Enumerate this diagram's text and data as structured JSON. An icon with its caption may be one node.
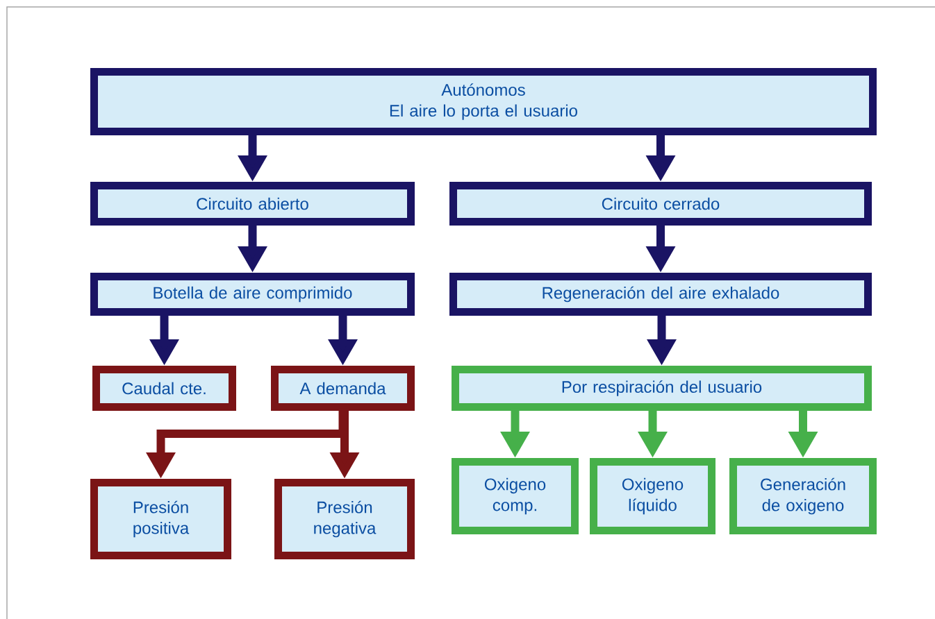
{
  "diagram": {
    "nodes": [
      {
        "text": [
          "Autónomos",
          "El aire lo porta el usuario"
        ]
      },
      {
        "text": [
          "Circuito abierto"
        ]
      },
      {
        "text": [
          "Circuito cerrado"
        ]
      },
      {
        "text": [
          "Botella de aire comprimido"
        ]
      },
      {
        "text": [
          "Regeneración del aire exhalado"
        ]
      },
      {
        "text": [
          "Caudal cte."
        ]
      },
      {
        "text": [
          "A demanda"
        ]
      },
      {
        "text": [
          "Por respiración del usuario"
        ]
      },
      {
        "text": [
          "Presión positiva"
        ]
      },
      {
        "text": [
          "Presión negativa"
        ]
      },
      {
        "text": [
          "Oxigeno comp."
        ]
      },
      {
        "text": [
          "Oxigeno líquido"
        ]
      },
      {
        "text": [
          "Generación de oxigeno"
        ]
      }
    ],
    "edges": [
      {
        "from": 0,
        "to": 1,
        "arrow": "to"
      },
      {
        "from": 0,
        "to": 2,
        "arrow": "to"
      },
      {
        "from": 1,
        "to": 3,
        "arrow": "to"
      },
      {
        "from": 2,
        "to": 4,
        "arrow": "to"
      },
      {
        "from": 3,
        "to": 5,
        "arrow": "to"
      },
      {
        "from": 3,
        "to": 6,
        "arrow": "to"
      },
      {
        "from": 4,
        "to": 7,
        "arrow": "to"
      },
      {
        "from": 6,
        "to": 8,
        "arrow": "to",
        "color": "#7b1416"
      },
      {
        "from": 6,
        "to": 9,
        "arrow": "to",
        "color": "#7b1416"
      },
      {
        "from": 7,
        "to": 10,
        "arrow": "to",
        "color": "#46b04a"
      },
      {
        "from": 7,
        "to": 11,
        "arrow": "to",
        "color": "#46b04a"
      },
      {
        "from": 7,
        "to": 12,
        "arrow": "to",
        "color": "#46b04a"
      }
    ]
  }
}
